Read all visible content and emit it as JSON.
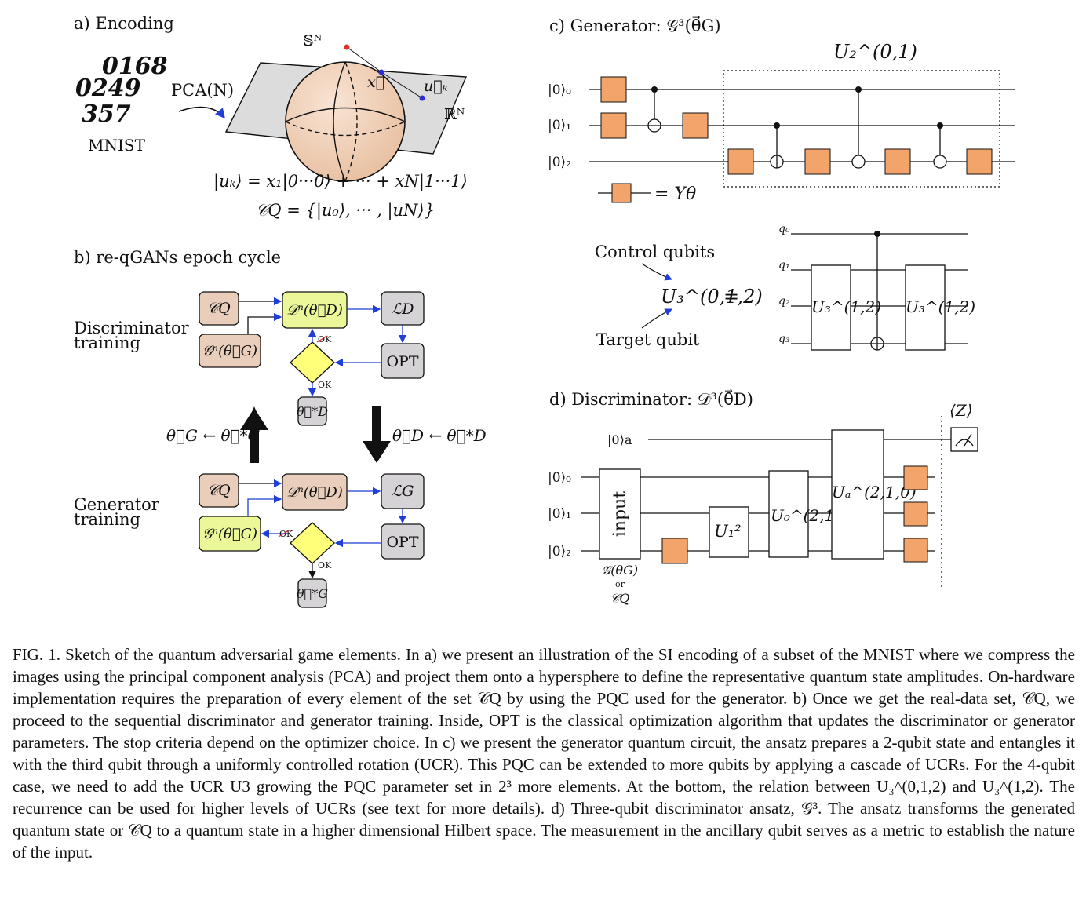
{
  "panel_a": {
    "title": "a) Encoding",
    "digits_row1": "0168",
    "digits_row2": "0249",
    "digits_row3": "357",
    "dataset_label": "MNIST",
    "pca_label": "PCA(N)",
    "sphere_label": "𝕊ᴺ",
    "plane_label": "ℝᴺ",
    "x_label": "x⃗",
    "u_label": "u⃗ₖ",
    "equation1": "|uₖ⟩ = x₁|0···0⟩ + ··· + xN|1···1⟩",
    "equation2": "𝒞Q = {|u₀⟩, ··· , |uN⟩}"
  },
  "panel_b": {
    "title": "b) re-qGANs epoch cycle",
    "disc_label_1": "Discriminator",
    "disc_label_2": "training",
    "gen_label_1": "Generator",
    "gen_label_2": "training",
    "cq": "𝒞Q",
    "gen_box": "𝒢ⁿ(θ⃗G)",
    "disc_box": "𝒟ⁿ(θ⃗D)",
    "loss_d": "ℒD",
    "loss_g": "ℒG",
    "opt": "OPT",
    "ok": "OK",
    "theta_d_star": "θ⃗*D",
    "theta_g_star": "θ⃗*G",
    "update_left": "θ⃗G ← θ⃗*G",
    "update_right": "θ⃗D ← θ⃗*D",
    "colors": {
      "tan": "#e9cfbb",
      "yellow_green": "#ecf79a",
      "gray": "#d6d3d6",
      "diamond": "#ffff7a",
      "arrow": "#1f3fd8"
    }
  },
  "panel_c": {
    "title": "c) Generator: 𝒢³(θ⃗G)",
    "block_label": "U₂^(0,1)",
    "q0": "|0⟩₀",
    "q1": "|0⟩₁",
    "q2": "|0⟩₂",
    "legend_eq": "= Yθ",
    "control_label": "Control qubits",
    "target_label": "Target qubit",
    "u3_lhs": "U₃^(0,1,2)",
    "equals": "=",
    "w0": "q₀",
    "w1": "q₁",
    "w2": "q₂",
    "w3": "q₃",
    "u3_gate": "U₃^(1,2)",
    "gate_color": "#f2a46a"
  },
  "panel_d": {
    "title": "d) Discriminator: 𝒟³(θ⃗D)",
    "measure_label": "⟨Z⟩",
    "qa": "|0⟩a",
    "q0": "|0⟩₀",
    "q1": "|0⟩₁",
    "q2": "|0⟩₂",
    "input_gate": "input",
    "input_sub1": "𝒢(θG)",
    "input_sub2": "or",
    "input_sub3": "𝒞Q",
    "u12": "U₁²",
    "u021": "U₀^(2,1)",
    "ua210": "Uₐ^(2,1,0)"
  },
  "caption": "FIG. 1. Sketch of the quantum adversarial game elements. In a) we present an illustration of the SI encoding of a subset of the MNIST where we compress the images using the principal component analysis (PCA) and project them onto a hypersphere to define the representative quantum state amplitudes. On-hardware implementation requires the preparation of every element of the set 𝒞Q by using the PQC used for the generator. b) Once we get the real-data set, 𝒞Q, we proceed to the sequential discriminator and generator training. Inside, OPT is the classical optimization algorithm that updates the discriminator or generator parameters. The stop criteria depend on the optimizer choice. In c) we present the generator quantum circuit, the ansatz prepares a 2-qubit state and entangles it with the third qubit through a uniformly controlled rotation (UCR). This PQC can be extended to more qubits by applying a cascade of UCRs. For the 4-qubit case, we need to add the UCR U3 growing the PQC parameter set in 2³ more elements. At the bottom, the relation between U₃^(0,1,2) and U₃^(1,2). The recurrence can be used for higher levels of UCRs (see text for more details). d) Three-qubit discriminator ansatz, 𝒢³. The ansatz transforms the generated quantum state or 𝒞Q to a quantum state in a higher dimensional Hilbert space. The measurement in the ancillary qubit serves as a metric to establish the nature of the input."
}
